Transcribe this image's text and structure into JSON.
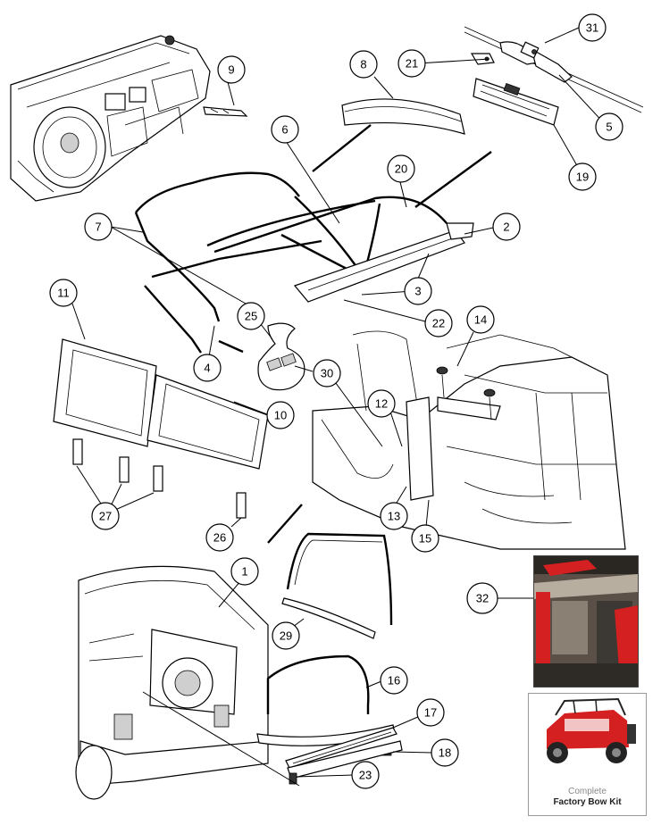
{
  "callouts": [
    {
      "label": "1"
    },
    {
      "label": "2"
    },
    {
      "label": "3"
    },
    {
      "label": "4"
    },
    {
      "label": "5"
    },
    {
      "label": "6"
    },
    {
      "label": "7"
    },
    {
      "label": "8"
    },
    {
      "label": "9"
    },
    {
      "label": "10"
    },
    {
      "label": "11"
    },
    {
      "label": "12"
    },
    {
      "label": "13"
    },
    {
      "label": "14"
    },
    {
      "label": "15"
    },
    {
      "label": "16"
    },
    {
      "label": "17"
    },
    {
      "label": "18"
    },
    {
      "label": "19"
    },
    {
      "label": "20"
    },
    {
      "label": "21"
    },
    {
      "label": "22"
    },
    {
      "label": "23"
    },
    {
      "label": "25"
    },
    {
      "label": "26"
    },
    {
      "label": "27"
    },
    {
      "label": "29"
    },
    {
      "label": "30"
    },
    {
      "label": "31"
    },
    {
      "label": "32"
    }
  ],
  "kit_photo": {
    "caption_line1": "Complete",
    "caption_line2": "Factory Bow Kit"
  },
  "colors": {
    "vehicle_red": "#d42020",
    "line": "#000000"
  }
}
